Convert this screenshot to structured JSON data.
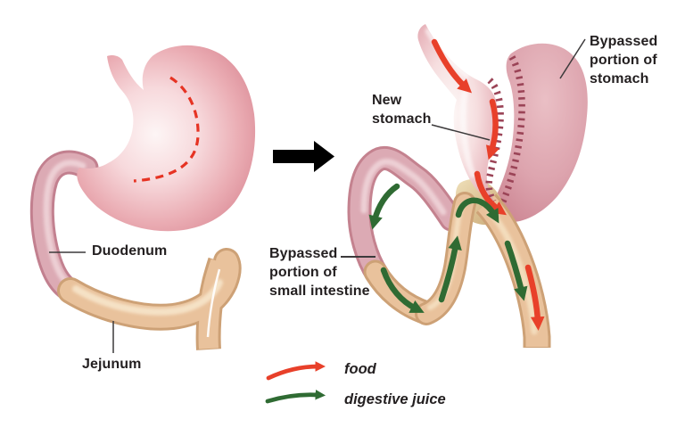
{
  "left_figure": {
    "duodenum_label": "Duodenum",
    "jejunum_label": "Jejunum"
  },
  "right_figure": {
    "new_stomach_label": "New\nstomach",
    "bypassed_stomach_label": "Bypassed\nportion of\nstomach",
    "bypassed_intestine_label": "Bypassed\nportion of\nsmall intestine"
  },
  "legend": {
    "food_label": "food",
    "juice_label": "digestive juice"
  },
  "colors": {
    "food_arrow": "#e8402a",
    "digestive_juice_arrow": "#2f6b33",
    "staple_line": "#9b4457",
    "incision_line": "#e63323",
    "transform_arrow": "#000000",
    "leader_line": "#3c3a3b"
  },
  "icons": {
    "transform_arrow": "black-right-arrow",
    "food_arrow": "red-curved-arrow",
    "digestive_juice_arrow": "green-curved-arrow"
  }
}
